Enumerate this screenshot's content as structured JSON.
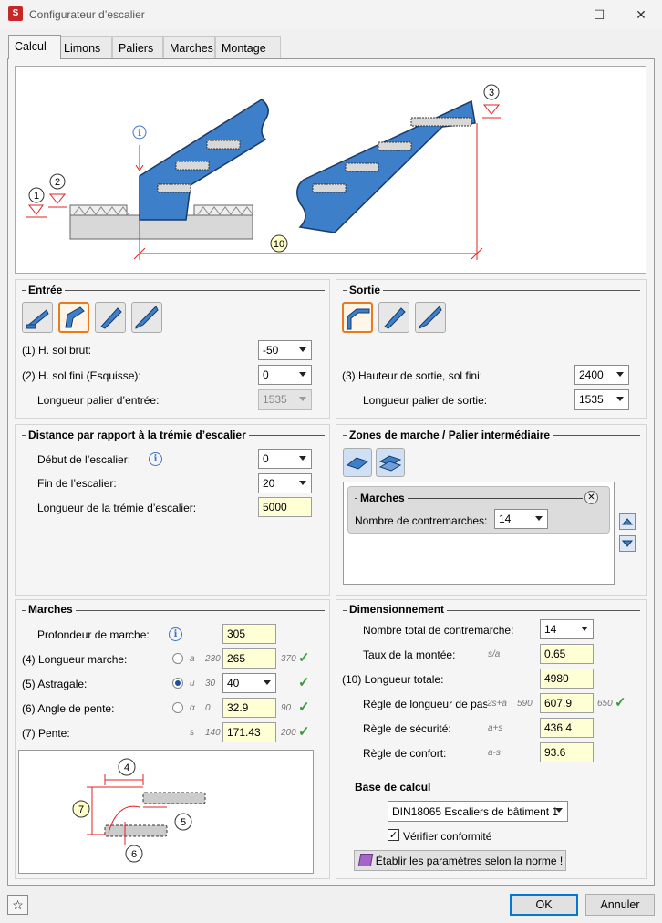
{
  "window": {
    "title": "Configurateur d’escalier",
    "minimize": "—",
    "maximize": "☐",
    "close": "✕"
  },
  "tabs": [
    "Calcul",
    "Limons",
    "Paliers",
    "Marches",
    "Montage"
  ],
  "diagram": {
    "m1": "1",
    "m2": "2",
    "m3": "3",
    "m10": "10",
    "info": "i"
  },
  "entree": {
    "title": "Entrée",
    "h_sol_brut_label": "(1) H. sol brut:",
    "h_sol_brut": "-50",
    "h_sol_fini_label": "(2) H. sol fini  (Esquisse):",
    "h_sol_fini": "0",
    "longueur_label": "Longueur palier d’entrée:",
    "longueur": "1535"
  },
  "sortie": {
    "title": "Sortie",
    "hauteur_label": "(3)   Hauteur de sortie, sol fini:",
    "hauteur": "2400",
    "longueur_label": "Longueur palier de sortie:",
    "longueur": "1535"
  },
  "distance": {
    "title": "Distance par rapport à la trémie d’escalier",
    "debut_label": "Début de l’escalier:",
    "debut": "0",
    "fin_label": "Fin de l’escalier:",
    "fin": "20",
    "tremie_label": "Longueur de la trémie d’escalier:",
    "tremie": "5000"
  },
  "zones": {
    "title": "Zones de marche / Palier intermédiaire",
    "sub_title": "Marches",
    "contremarches_label": "Nombre de contremarches:",
    "contremarches": "14"
  },
  "marches": {
    "title": "Marches",
    "profondeur_label": "Profondeur de marche:",
    "profondeur": "305",
    "longueur_label": "(4) Longueur marche:",
    "longueur_sym": "a",
    "longueur_min": "230",
    "longueur": "265",
    "longueur_max": "370",
    "astragale_label": "(5) Astragale:",
    "astragale_sym": "u",
    "astragale_min": "30",
    "astragale": "40",
    "angle_label": "(6) Angle de pente:",
    "angle_sym": "α",
    "angle_min": "0",
    "angle": "32.9",
    "angle_max": "90",
    "pente_label": "(7) Pente:",
    "pente_sym": "s",
    "pente_min": "140",
    "pente": "171.43",
    "pente_max": "200",
    "check": "✓",
    "diag": {
      "d4": "4",
      "d5": "5",
      "d6": "6",
      "d7": "7"
    }
  },
  "dim": {
    "title": "Dimensionnement",
    "total_label": "Nombre total de contremarche:",
    "total": "14",
    "taux_label": "Taux de la montée:",
    "taux_sym": "s/a",
    "taux": "0.65",
    "longueur_label": "(10) Longueur totale:",
    "longueur": "4980",
    "regle_long_label": "Règle de longueur de pas:",
    "regle_long_sym": "2s+a",
    "regle_long_min": "590",
    "regle_long": "607.9",
    "regle_long_max": "650",
    "securite_label": "Règle de sécurité:",
    "securite_sym": "a+s",
    "securite": "436.4",
    "confort_label": "Règle de confort:",
    "confort_sym": "a-s",
    "confort": "93.6",
    "base_title": "Base de calcul",
    "base": "DIN18065 Escaliers de bâtiment 1",
    "verifier_label": "Vérifier conformité",
    "verifier_check": "✓",
    "etablir": "Établir les paramètres selon la norme !"
  },
  "footer": {
    "fav": "☆",
    "ok": "OK",
    "cancel": "Annuler"
  }
}
